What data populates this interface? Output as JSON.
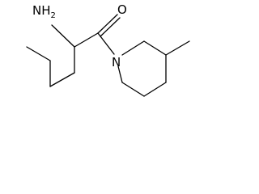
{
  "molecule": {
    "atoms": {
      "amine_nitrogen": {
        "element": "N",
        "hydrogens": "H",
        "hydrogen_count": "2"
      },
      "carbonyl_oxygen": {
        "element": "O"
      },
      "ring_nitrogen": {
        "element": "N"
      }
    },
    "colors": {
      "bond": "#000000",
      "label": "#000000",
      "background": "#ffffff"
    }
  }
}
